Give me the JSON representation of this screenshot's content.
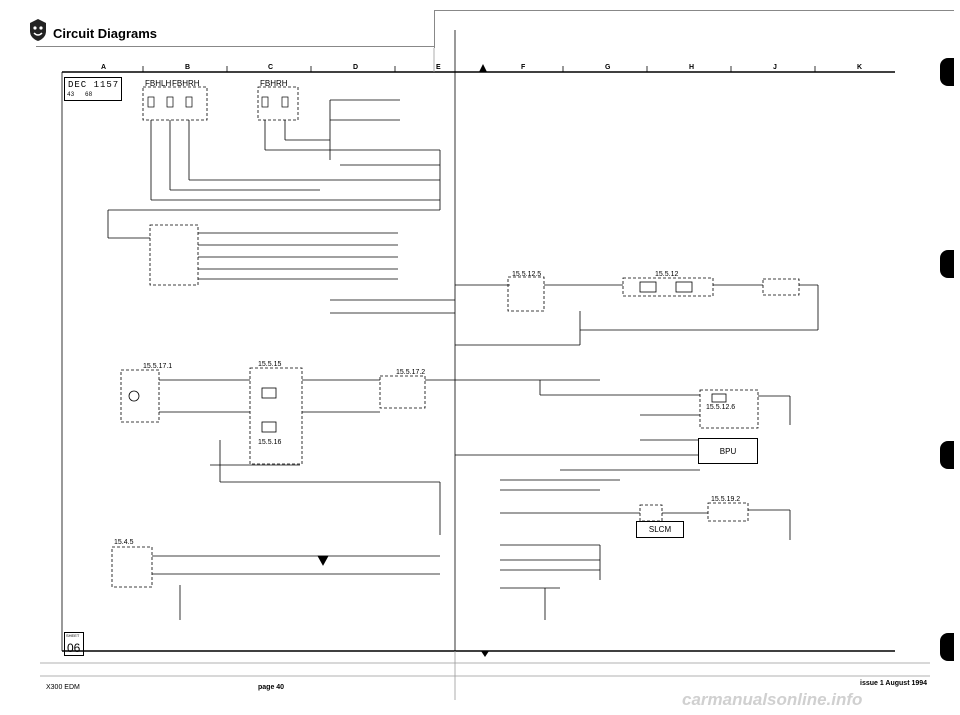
{
  "header": {
    "title": "Circuit Diagrams",
    "logo_icon": "jaguar-head-icon"
  },
  "stamp": {
    "date": "DEC 1157",
    "ref": "43",
    "ref2": "68"
  },
  "columns": [
    "A",
    "B",
    "C",
    "D",
    "E",
    "F",
    "G",
    "H",
    "J",
    "K"
  ],
  "diagram": {
    "component_labels": [
      "FBHLH",
      "FBHRH",
      "FBHRH"
    ],
    "ref_labels": [
      "15.5.12.5",
      "15.5.12",
      "15.5.17.1",
      "15.5.15",
      "15.5.17.2",
      "15.5.12.6",
      "15.5.16",
      "15.5.19.2",
      "15.4.5"
    ],
    "modules": [
      "BPU",
      "SLCM"
    ]
  },
  "sheet": {
    "label": "SHEET",
    "number": "06"
  },
  "footer": {
    "left": "X300 EDM",
    "center": "page 40",
    "issue": "issue 1 August 1994"
  },
  "watermark": "carmanualsonline.info"
}
